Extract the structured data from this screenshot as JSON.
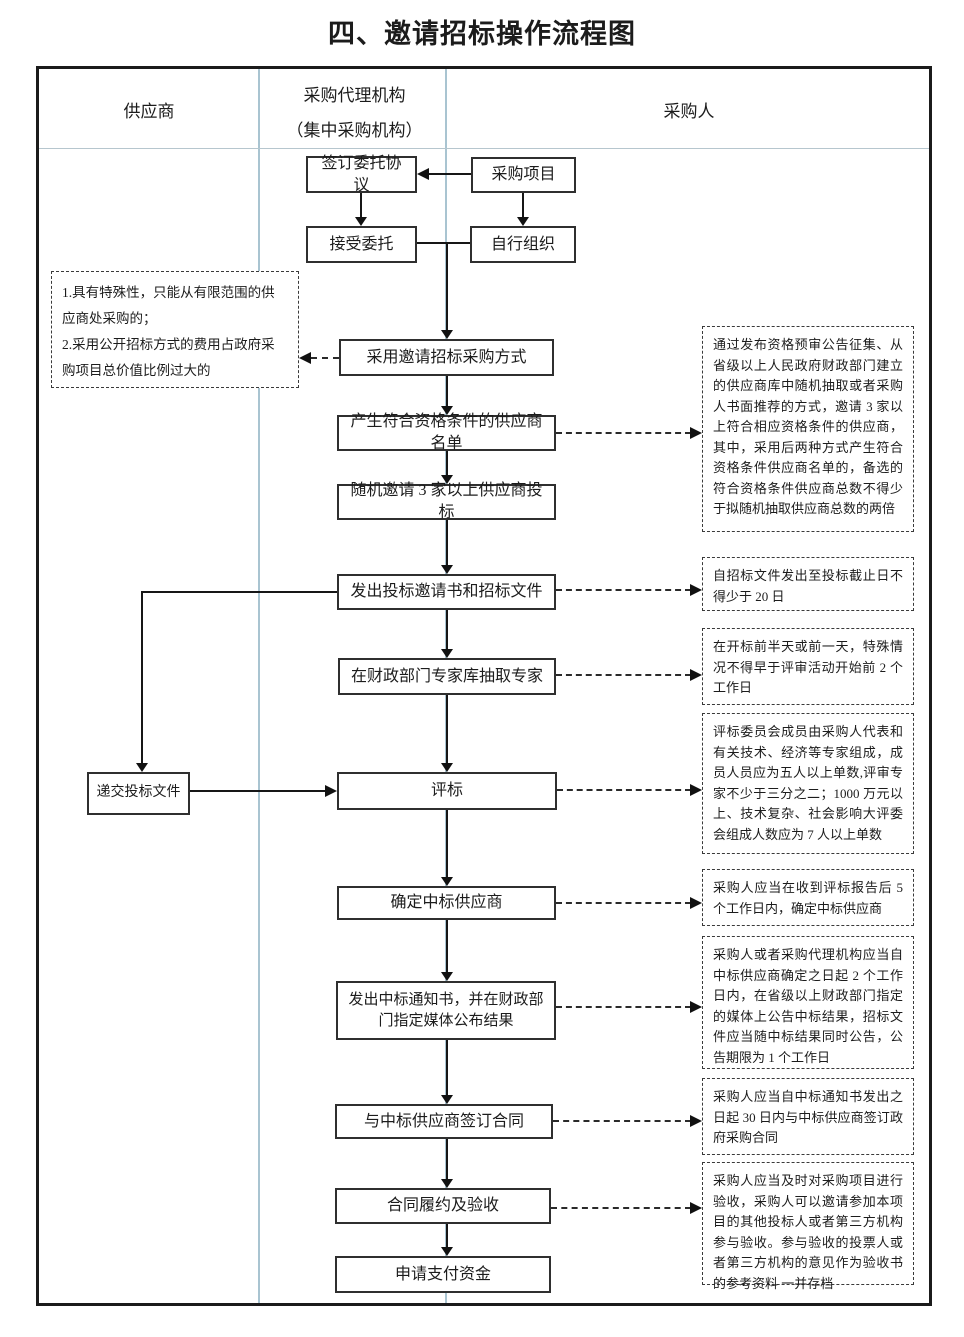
{
  "title": "四、邀请招标操作流程图",
  "lanes": {
    "supplier": "供应商",
    "agency_line1": "采购代理机构",
    "agency_line2": "（集中采购机构）",
    "purchaser": "采购人"
  },
  "flow": {
    "sign_agreement": "签订委托协议",
    "procurement_project": "采购项目",
    "accept_entrustment": "接受委托",
    "self_organize": "自行组织",
    "adopt_method": "采用邀请招标采购方式",
    "generate_list": "产生符合资格条件的供应商名单",
    "random_invite": "随机邀请 3 家以上供应商投标",
    "issue_invitation": "发出投标邀请书和招标文件",
    "draw_experts": "在财政部门专家库抽取专家",
    "submit_bid": "递交投标文件",
    "evaluate": "评标",
    "determine_winner": "确定中标供应商",
    "issue_notice": "发出中标通知书，并在财政部门指定媒体公布结果",
    "sign_contract": "与中标供应商签订合同",
    "performance_acceptance": "合同履约及验收",
    "apply_payment": "申请支付资金"
  },
  "notes": {
    "left_items": {
      "item1": "1.具有特殊性，只能从有限范围的供应商处采购的；",
      "item2": "2.采用公开招标方式的费用占政府采购项目总价值比例过大的"
    },
    "right1": "通过发布资格预审公告征集、从省级以上人民政府财政部门建立的供应商库中随机抽取或者采购人书面推荐的方式，邀请 3 家以上符合相应资格条件的供应商，其中，采用后两种方式产生符合资格条件供应商名单的，备选的符合资格条件供应商总数不得少于拟随机抽取供应商总数的两倍",
    "right2": "自招标文件发出至投标截止日不得少于 20 日",
    "right3": "在开标前半天或前一天，特殊情况不得早于评审活动开始前 2 个工作日",
    "right4": "评标委员会成员由采购人代表和有关技术、经济等专家组成，成员人员应为五人以上单数,评审专家不少于三分之二；1000 万元以上、技术复杂、社会影响大评委会组成人数应为 7 人以上单数",
    "right5": "采购人应当在收到评标报告后 5 个工作日内，确定中标供应商",
    "right6": "采购人或者采购代理机构应当自中标供应商确定之日起 2 个工作日内，在省级以上财政部门指定的媒体上公告中标结果，招标文件应当随中标结果同时公告，公告期限为 1 个工作日",
    "right7": "采购人应当自中标通知书发出之日起 30 日内与中标供应商签订政府采购合同",
    "right8": "采购人应当及时对采购项目进行验收，采购人可以邀请参加本项目的其他投标人或者第三方机构参与验收。参与验收的投票人或者第三方机构的意见作为验收书的参考资料 一并存档"
  },
  "colors": {
    "lane_divider_blue": "#a9c4d1",
    "frame_border": "#1b1b1b",
    "connector_black": "#161616"
  }
}
